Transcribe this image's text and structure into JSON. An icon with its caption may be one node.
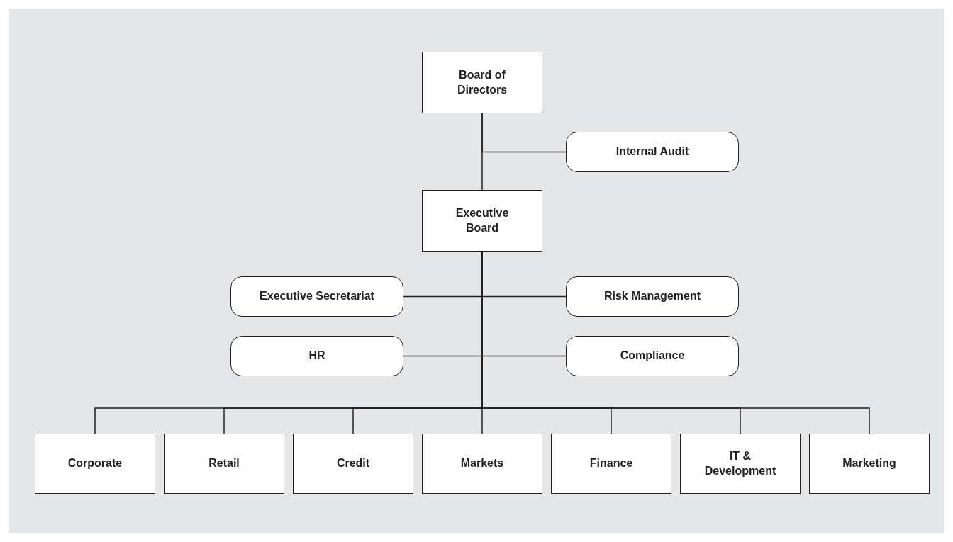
{
  "diagram": {
    "nodes": [
      {
        "text": [
          "Board of Directors"
        ]
      },
      {
        "text": [
          "Internal Audit"
        ]
      },
      {
        "text": [
          "Executive Board"
        ]
      },
      {
        "text": [
          "Executive Secretariat"
        ]
      },
      {
        "text": [
          "Risk Management"
        ]
      },
      {
        "text": [
          "HR"
        ]
      },
      {
        "text": [
          "Compliance"
        ]
      },
      {
        "text": [
          "Corporate"
        ]
      },
      {
        "text": [
          "Retail"
        ]
      },
      {
        "text": [
          "Credit"
        ]
      },
      {
        "text": [
          "Markets"
        ]
      },
      {
        "text": [
          "Finance"
        ]
      },
      {
        "text": [
          "IT & Development"
        ]
      },
      {
        "text": [
          "Marketing"
        ]
      }
    ],
    "edges": [
      {
        "from": 0,
        "to": 1,
        "arrow": "none"
      },
      {
        "from": 0,
        "to": 2,
        "arrow": "none"
      },
      {
        "from": 2,
        "to": 3,
        "arrow": "none"
      },
      {
        "from": 2,
        "to": 4,
        "arrow": "none"
      },
      {
        "from": 2,
        "to": 5,
        "arrow": "none"
      },
      {
        "from": 2,
        "to": 6,
        "arrow": "none"
      },
      {
        "from": 2,
        "to": 7,
        "arrow": "none"
      },
      {
        "from": 2,
        "to": 8,
        "arrow": "none"
      },
      {
        "from": 2,
        "to": 9,
        "arrow": "none"
      },
      {
        "from": 2,
        "to": 10,
        "arrow": "none"
      },
      {
        "from": 2,
        "to": 11,
        "arrow": "none"
      },
      {
        "from": 2,
        "to": 12,
        "arrow": "none"
      },
      {
        "from": 2,
        "to": 13,
        "arrow": "none"
      }
    ]
  }
}
